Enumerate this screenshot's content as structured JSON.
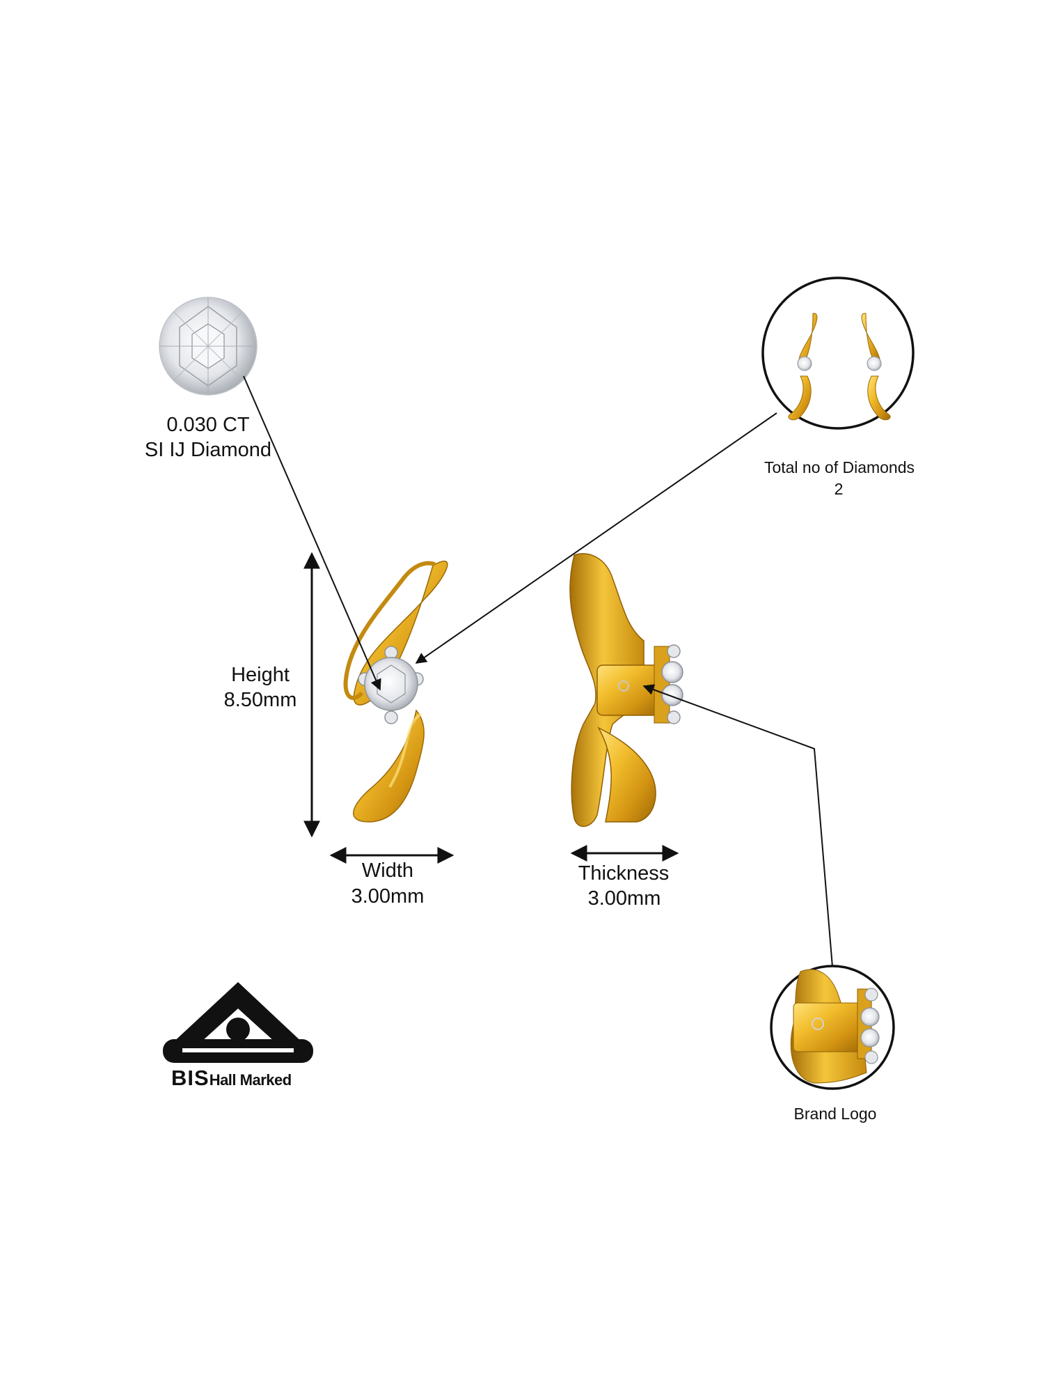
{
  "diamond": {
    "carat": "0.030 CT",
    "quality": "SI IJ Diamond"
  },
  "total_diamonds": {
    "label": "Total no of Diamonds",
    "count": "2"
  },
  "height": {
    "label": "Height",
    "value": "8.50mm"
  },
  "width": {
    "label": "Width",
    "value": "3.00mm"
  },
  "thickness": {
    "label": "Thickness",
    "value": "3.00mm"
  },
  "brand": {
    "label": "Brand Logo"
  },
  "hallmark": {
    "brand": "BIS",
    "text": "Hall Marked"
  },
  "colors": {
    "gold": "#E8B52A",
    "gold_dark": "#B07A0C",
    "line": "#222222"
  }
}
